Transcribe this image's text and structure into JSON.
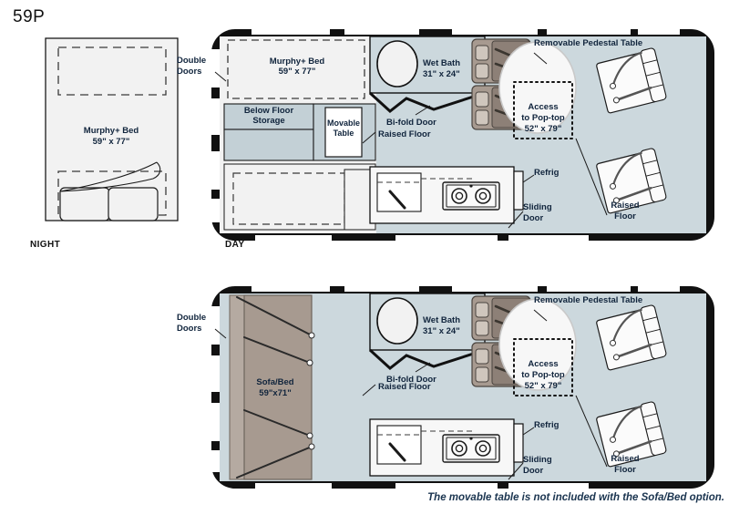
{
  "page": {
    "title": "59P",
    "footnote": "The movable table is not included with the Sofa/Bed option."
  },
  "insets": {
    "night": {
      "caption": "NIGHT",
      "bed_label_line1": "Murphy+ Bed",
      "bed_label_line2": "59\" x 77\""
    },
    "day": {
      "caption": "DAY"
    }
  },
  "plan_top": {
    "name": "day-murphy-bed-floorplan",
    "labels": {
      "double_doors_line1": "Double",
      "double_doors_line2": "Doors",
      "murphy_bed_line1": "Murphy+ Bed",
      "murphy_bed_line2": "59\" x 77\"",
      "below_floor_line1": "Below Floor",
      "below_floor_line2": "Storage",
      "movable_table_line1": "Movable",
      "movable_table_line2": "Table",
      "raised_floor_left": "Raised Floor",
      "wet_bath_line1": "Wet Bath",
      "wet_bath_line2": "31\" x 24\"",
      "bifold_door": "Bi-fold Door",
      "pedestal_table": "Removable Pedestal Table",
      "pop_top_line1": "Access",
      "pop_top_line2": "to Pop-top",
      "pop_top_line3": "52\" x 79\"",
      "refrig": "Refrig",
      "sliding_door_line1": "Sliding",
      "sliding_door_line2": "Door",
      "raised_floor_right_line1": "Raised",
      "raised_floor_right_line2": "Floor"
    }
  },
  "plan_bottom": {
    "name": "sofa-bed-floorplan",
    "labels": {
      "double_doors_line1": "Double",
      "double_doors_line2": "Doors",
      "sofa_bed_line1": "Sofa/Bed",
      "sofa_bed_line2": "59\"x71\"",
      "raised_floor_left": "Raised Floor",
      "wet_bath_line1": "Wet Bath",
      "wet_bath_line2": "31\" x 24\"",
      "bifold_door": "Bi-fold Door",
      "pedestal_table": "Removable Pedestal Table",
      "pop_top_line1": "Access",
      "pop_top_line2": "to Pop-top",
      "pop_top_line3": "52\" x 79\"",
      "refrig": "Refrig",
      "sliding_door_line1": "Sliding",
      "sliding_door_line2": "Door",
      "raised_floor_right_line1": "Raised",
      "raised_floor_right_line2": "Floor"
    }
  },
  "colors": {
    "wall": "#111111",
    "raised_floor": "#ccd8dd",
    "cabinet": "#c3d0d6",
    "seat_taupe": "#a79a90",
    "seat_taupe_dark": "#8d8077",
    "interior_white": "#f2f2f2",
    "label_text": "#10243c",
    "window_white": "#ffffff"
  }
}
